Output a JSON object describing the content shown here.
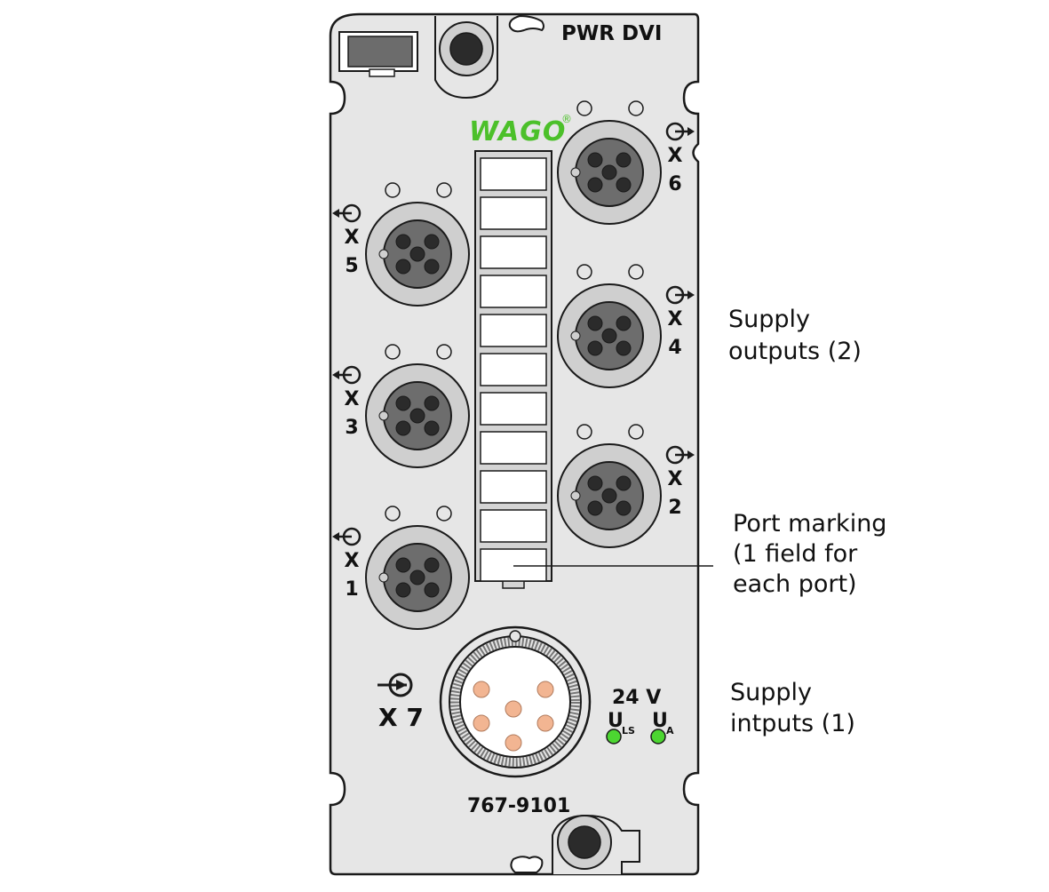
{
  "module": {
    "name": "PWR DVI",
    "brand": "WAGO",
    "brand_mark": "®",
    "article_number": "767-9101",
    "voltage": "24 V",
    "led_ls_main": "U",
    "led_ls_sub": "LS",
    "led_a_main": "U",
    "led_a_sub": "A",
    "supply_port": "X 7",
    "ports": [
      {
        "x": "X",
        "num": "5"
      },
      {
        "x": "X",
        "num": "3"
      },
      {
        "x": "X",
        "num": "1"
      },
      {
        "x": "X",
        "num": "6"
      },
      {
        "x": "X",
        "num": "4"
      },
      {
        "x": "X",
        "num": "2"
      }
    ]
  },
  "callouts": {
    "supply_outputs": [
      "Supply",
      "outputs (2)"
    ],
    "port_marking": [
      "Port marking",
      "(1 field for",
      "each port)"
    ],
    "supply_inputs": [
      "Supply",
      "intputs (1)"
    ]
  },
  "colors": {
    "housing": "#e6e6e6",
    "outline": "#1a1a1a",
    "logo_green": "#4cc02a",
    "led_green": "#4cd631",
    "pin_orange": "#f2b592",
    "connector_dark": "#6d6d6d"
  }
}
